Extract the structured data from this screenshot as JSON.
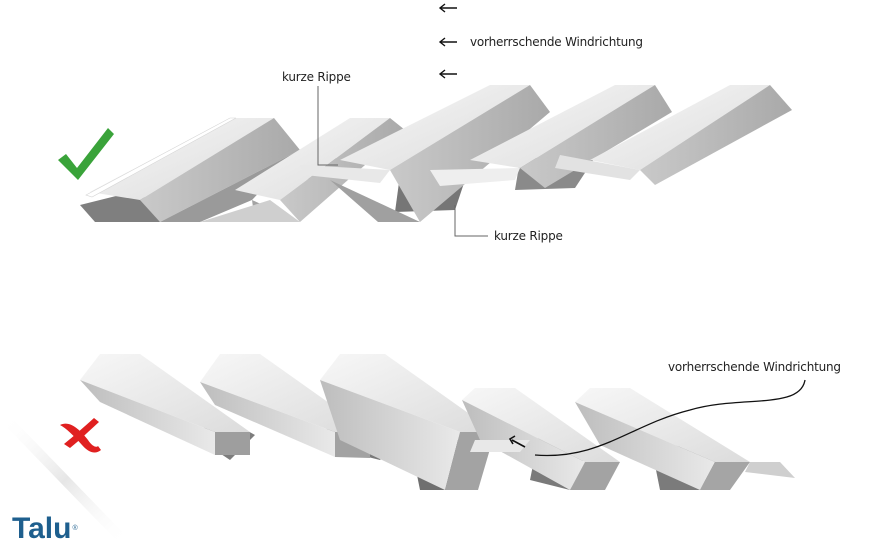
{
  "labels": {
    "wind_top": "vorherrschende Windrichtung",
    "short_rib_upper": "kurze Rippe",
    "short_rib_lower": "kurze Rippe",
    "wind_bottom": "vorherrschende Windrichtung"
  },
  "markers": {
    "correct": "check-mark-icon",
    "wrong": "cross-mark-icon"
  },
  "colors": {
    "check": "#3aa33a",
    "cross": "#e02020",
    "panel_light": "#f4f4f4",
    "panel_mid": "#bdbdbd",
    "panel_dark": "#8c8c8c",
    "logo": "#1e5f8e"
  },
  "logo": {
    "text": "Talu",
    "mark": "®"
  }
}
